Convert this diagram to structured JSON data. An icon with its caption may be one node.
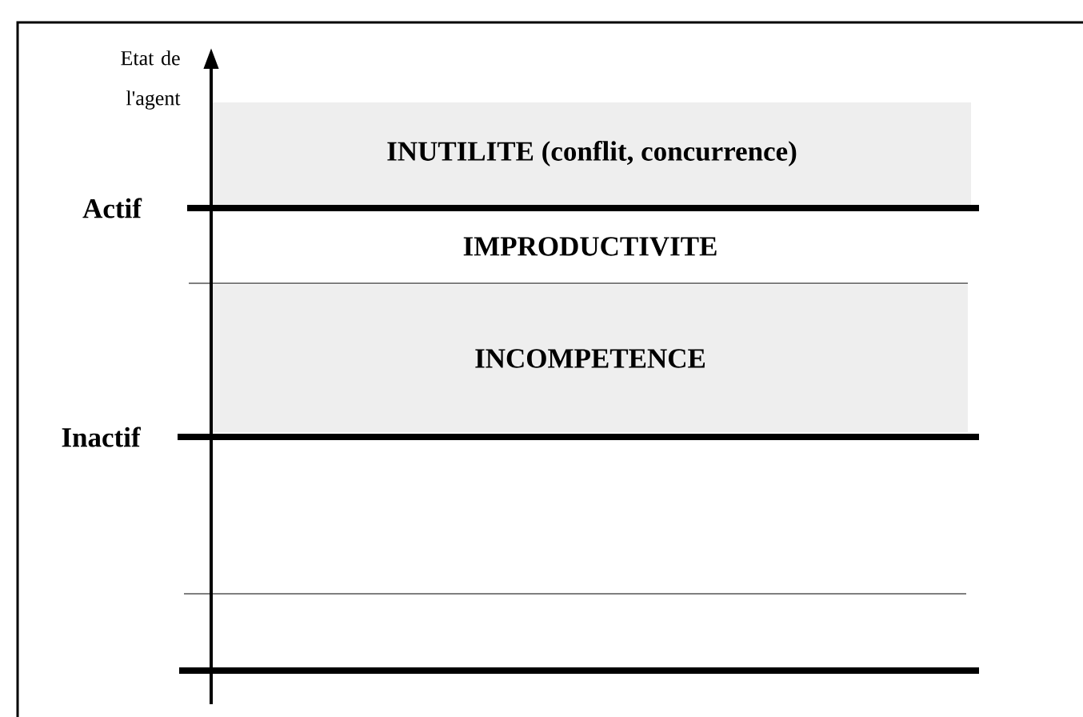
{
  "diagram": {
    "nodes": [
      {
        "text": [
          "INUTILITE (conflit, concurrence)"
        ]
      },
      {
        "text": [
          "IMPRODUCTIVITE"
        ]
      },
      {
        "text": [
          "INCOMPETENCE"
        ]
      }
    ],
    "labels": [
      "Etat de l'agent",
      "Actif",
      "Inactif"
    ]
  }
}
